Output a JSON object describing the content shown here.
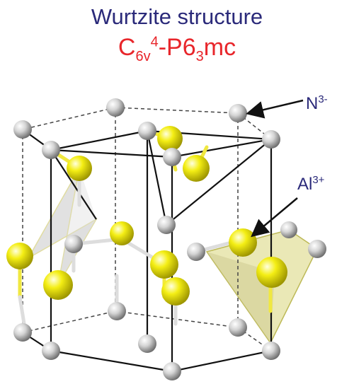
{
  "title": "Wurtzite structure",
  "space_group": {
    "base": "C",
    "sub1": "6v",
    "sup1": "4",
    "mid": "-P6",
    "sub2": "3",
    "tail": "mc"
  },
  "labels": {
    "anion": {
      "symbol": "N",
      "charge": "3-"
    },
    "cation": {
      "symbol": "Al",
      "charge": "3+"
    }
  },
  "colors": {
    "title": "#2b2a7a",
    "space_group": "#e8262b",
    "nitrogen": "#d8d8d8",
    "aluminium": "#f2ec10",
    "tetrahedron_left": "#cfcfcf",
    "tetrahedron_right": "#d8d67a"
  }
}
